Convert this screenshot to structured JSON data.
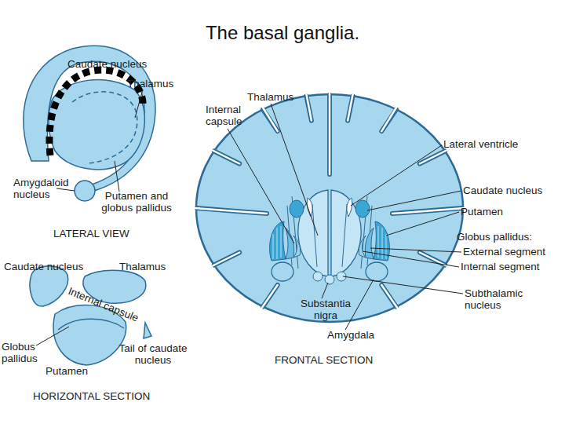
{
  "diagram": {
    "title": "The basal ganglia.",
    "labels": [
      "Caudate nucleus",
      "Thalamus",
      "Amygdaloid nucleus",
      "Putamen and globus pallidus",
      "LATERAL VIEW",
      "Caudate nucleus",
      "Thalamus",
      "Internal capsule",
      "Globus pallidus",
      "Putamen",
      "Tail of caudate nucleus",
      "HORIZONTAL SECTION",
      "Thalamus",
      "Internal capsule",
      "Lateral ventricle",
      "Caudate nucleus",
      "Putamen",
      "Globus pallidus:",
      "External segment",
      "Internal segment",
      "Subthalamic nucleus",
      "Substantia nigra",
      "Amygdala",
      "FRONTAL SECTION"
    ]
  }
}
